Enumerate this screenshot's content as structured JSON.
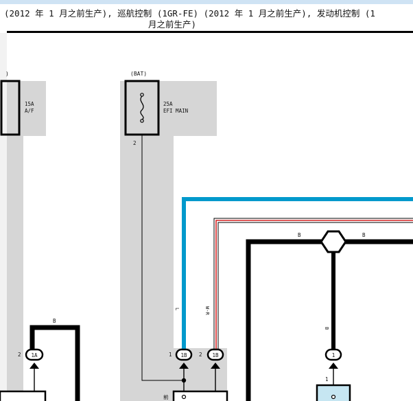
{
  "header": {
    "line1": "(2012 年 1 月之前生产), 巡航控制 (1GR-FE) (2012 年 1 月之前生产), 发动机控制 (1",
    "line2": "月之前生产)"
  },
  "diagram": {
    "left_power_label": ")",
    "bat_label": "(BAT)",
    "fuse1": {
      "rating": "15A",
      "name": "A/F"
    },
    "fuse2": {
      "rating": "25A",
      "name": "EFI MAIN",
      "pin": "2"
    },
    "wire_colors": {
      "bus_left": "B",
      "bus_right": "B",
      "light_blue": "L",
      "red_white": "W-R",
      "vertical_b": "B",
      "upper_left_b": "B"
    },
    "connectors": [
      {
        "pin": "2",
        "id": "1A"
      },
      {
        "pin": "1",
        "id": "1B"
      },
      {
        "pin": "2",
        "id": "1B"
      },
      {
        "pin": "1",
        "id": "1"
      }
    ],
    "relay_pin": "1",
    "bottom_mark": "前",
    "colors": {
      "blue_wire": "#0099cc",
      "red_wire": "#d42020",
      "grey_zone": "#d6d6d6",
      "relay_fill": "#c6e6f2"
    }
  }
}
